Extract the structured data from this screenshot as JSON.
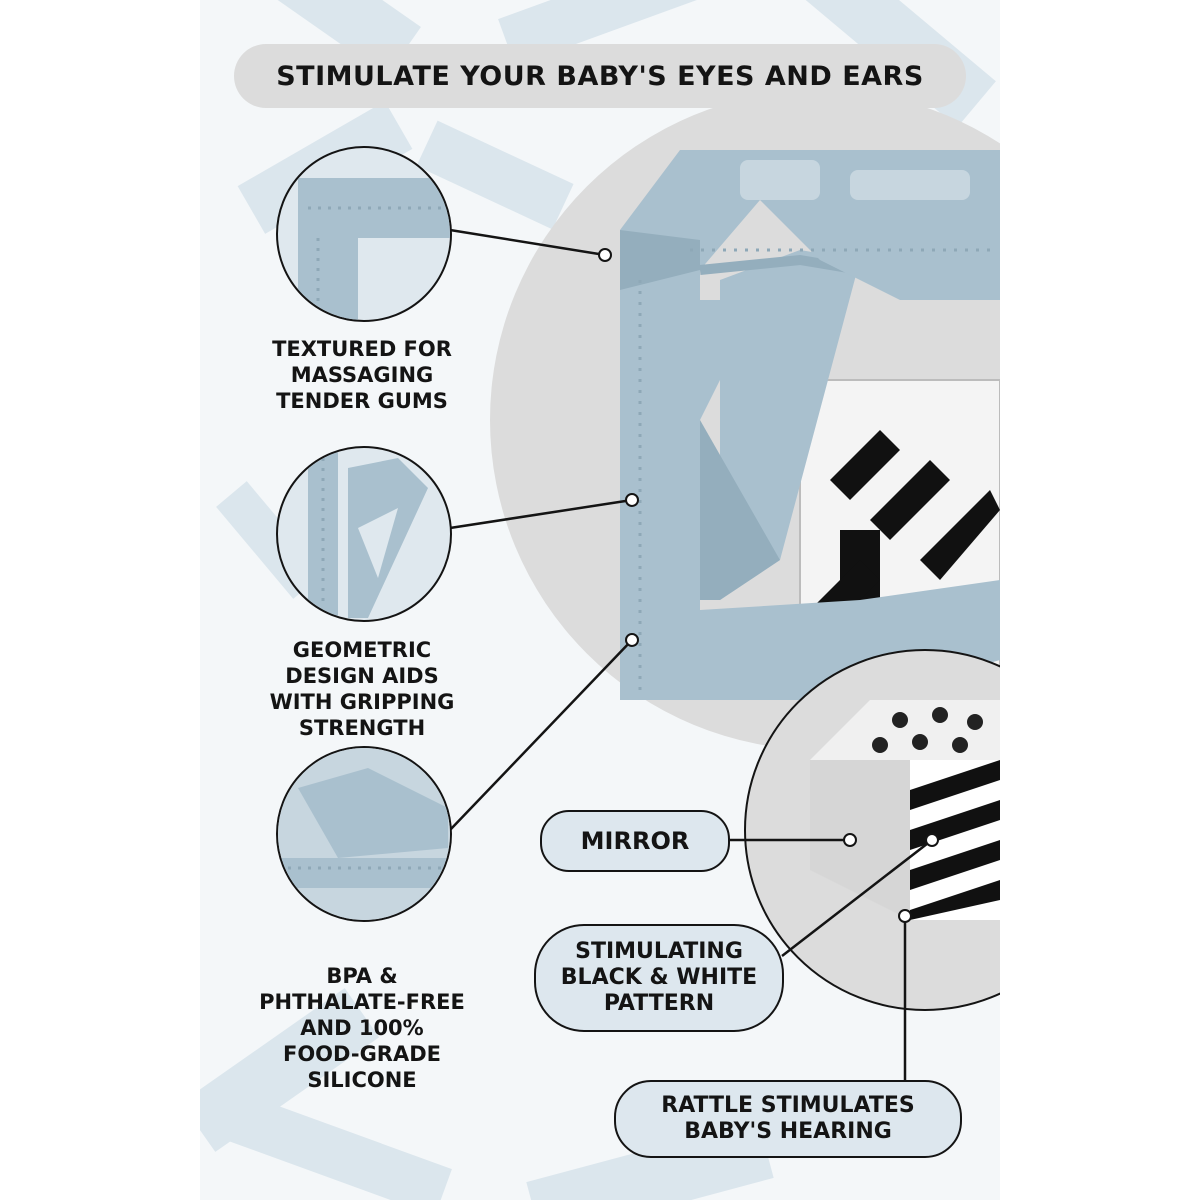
{
  "title": "STIMULATE YOUR BABY'S EYES AND EARS",
  "features": [
    {
      "icon": "gum-texture-closeup-icon",
      "lines": [
        "TEXTURED FOR",
        "MASSAGING",
        "TENDER GUMS"
      ]
    },
    {
      "icon": "geometric-design-closeup-icon",
      "lines": [
        "GEOMETRIC",
        "DESIGN AIDS",
        "WITH GRIPPING",
        "STRENGTH"
      ]
    },
    {
      "icon": "silicone-closeup-icon",
      "lines": [
        "BPA &",
        "PHTHALATE-FREE",
        "AND 100%",
        "FOOD-GRADE",
        "SILICONE"
      ]
    }
  ],
  "callouts": {
    "mirror": {
      "lines": [
        "MIRROR"
      ]
    },
    "pattern": {
      "lines": [
        "STIMULATING",
        "BLACK & WHITE",
        "PATTERN"
      ]
    },
    "rattle": {
      "lines": [
        "RATTLE STIMULATES",
        "BABY'S HEARING"
      ]
    }
  },
  "colors": {
    "silicone_blue": "#a9c0ce",
    "background_pattern": "#dbe6ed",
    "pill_grey": "#dcdcdc",
    "callout_fill": "#dde7ee",
    "text": "#141414"
  }
}
